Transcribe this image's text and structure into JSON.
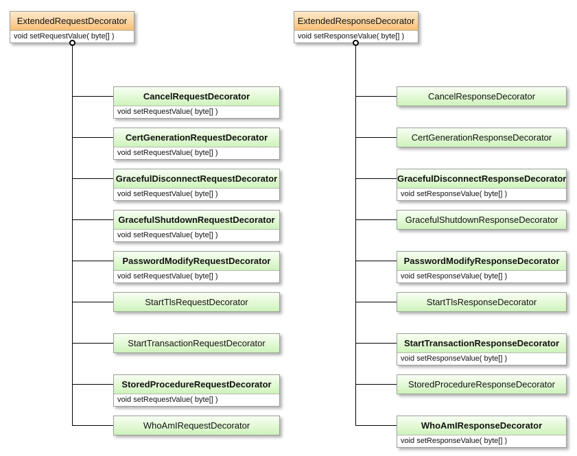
{
  "diagram_type": "uml-class-diagram",
  "colors": {
    "parent_header_top": "#fde9cb",
    "parent_header_bottom": "#f8bd74",
    "child_header_top": "#f8fef4",
    "child_header_bottom": "#cef3bc",
    "box_border": "#9a9f98",
    "connector_line": "#000000",
    "method_background": "#ffffff",
    "background": "#ffffff"
  },
  "trees": [
    {
      "parent": {
        "name": "ExtendedRequestDecorator",
        "bold": false,
        "method": "void setRequestValue( byte[] )"
      },
      "children": [
        {
          "name": "CancelRequestDecorator",
          "bold": true,
          "method": "void setRequestValue( byte[] )"
        },
        {
          "name": "CertGenerationRequestDecorator",
          "bold": true,
          "method": "void setRequestValue( byte[] )"
        },
        {
          "name": "GracefulDisconnectRequestDecorator",
          "bold": true,
          "method": "void setRequestValue( byte[] )"
        },
        {
          "name": "GracefulShutdownRequestDecorator",
          "bold": true,
          "method": "void setRequestValue( byte[] )"
        },
        {
          "name": "PasswordModifyRequestDecorator",
          "bold": true,
          "method": "void setRequestValue( byte[] )"
        },
        {
          "name": "StartTlsRequestDecorator",
          "bold": false,
          "method": null
        },
        {
          "name": "StartTransactionRequestDecorator",
          "bold": false,
          "method": null
        },
        {
          "name": "StoredProcedureRequestDecorator",
          "bold": true,
          "method": "void setRequestValue( byte[] )"
        },
        {
          "name": "WhoAmIRequestDecorator",
          "bold": false,
          "method": null
        }
      ]
    },
    {
      "parent": {
        "name": "ExtendedResponseDecorator",
        "bold": false,
        "method": "void setResponseValue( byte[] )"
      },
      "children": [
        {
          "name": "CancelResponseDecorator",
          "bold": false,
          "method": null
        },
        {
          "name": "CertGenerationResponseDecorator",
          "bold": false,
          "method": null
        },
        {
          "name": "GracefulDisconnectResponseDecorator",
          "bold": true,
          "method": "void setResponseValue( byte[] )"
        },
        {
          "name": "GracefulShutdownResponseDecorator",
          "bold": false,
          "method": null
        },
        {
          "name": "PasswordModifyResponseDecorator",
          "bold": true,
          "method": "void setResponseValue( byte[] )"
        },
        {
          "name": "StartTlsResponseDecorator",
          "bold": false,
          "method": null
        },
        {
          "name": "StartTransactionResponseDecorator",
          "bold": true,
          "method": "void setResponseValue( byte[] )"
        },
        {
          "name": "StoredProcedureResponseDecorator",
          "bold": false,
          "method": null
        },
        {
          "name": "WhoAmIResponseDecorator",
          "bold": true,
          "method": "void setResponseValue( byte[] )"
        }
      ]
    }
  ]
}
